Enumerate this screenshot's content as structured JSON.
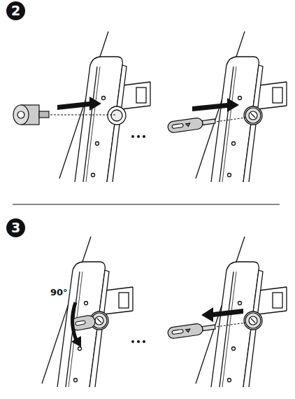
{
  "diagram": {
    "nodes": [
      {
        "text": [
          "2"
        ]
      },
      {
        "text": [
          "3"
        ]
      }
    ],
    "labels": [
      "90°"
    ]
  }
}
